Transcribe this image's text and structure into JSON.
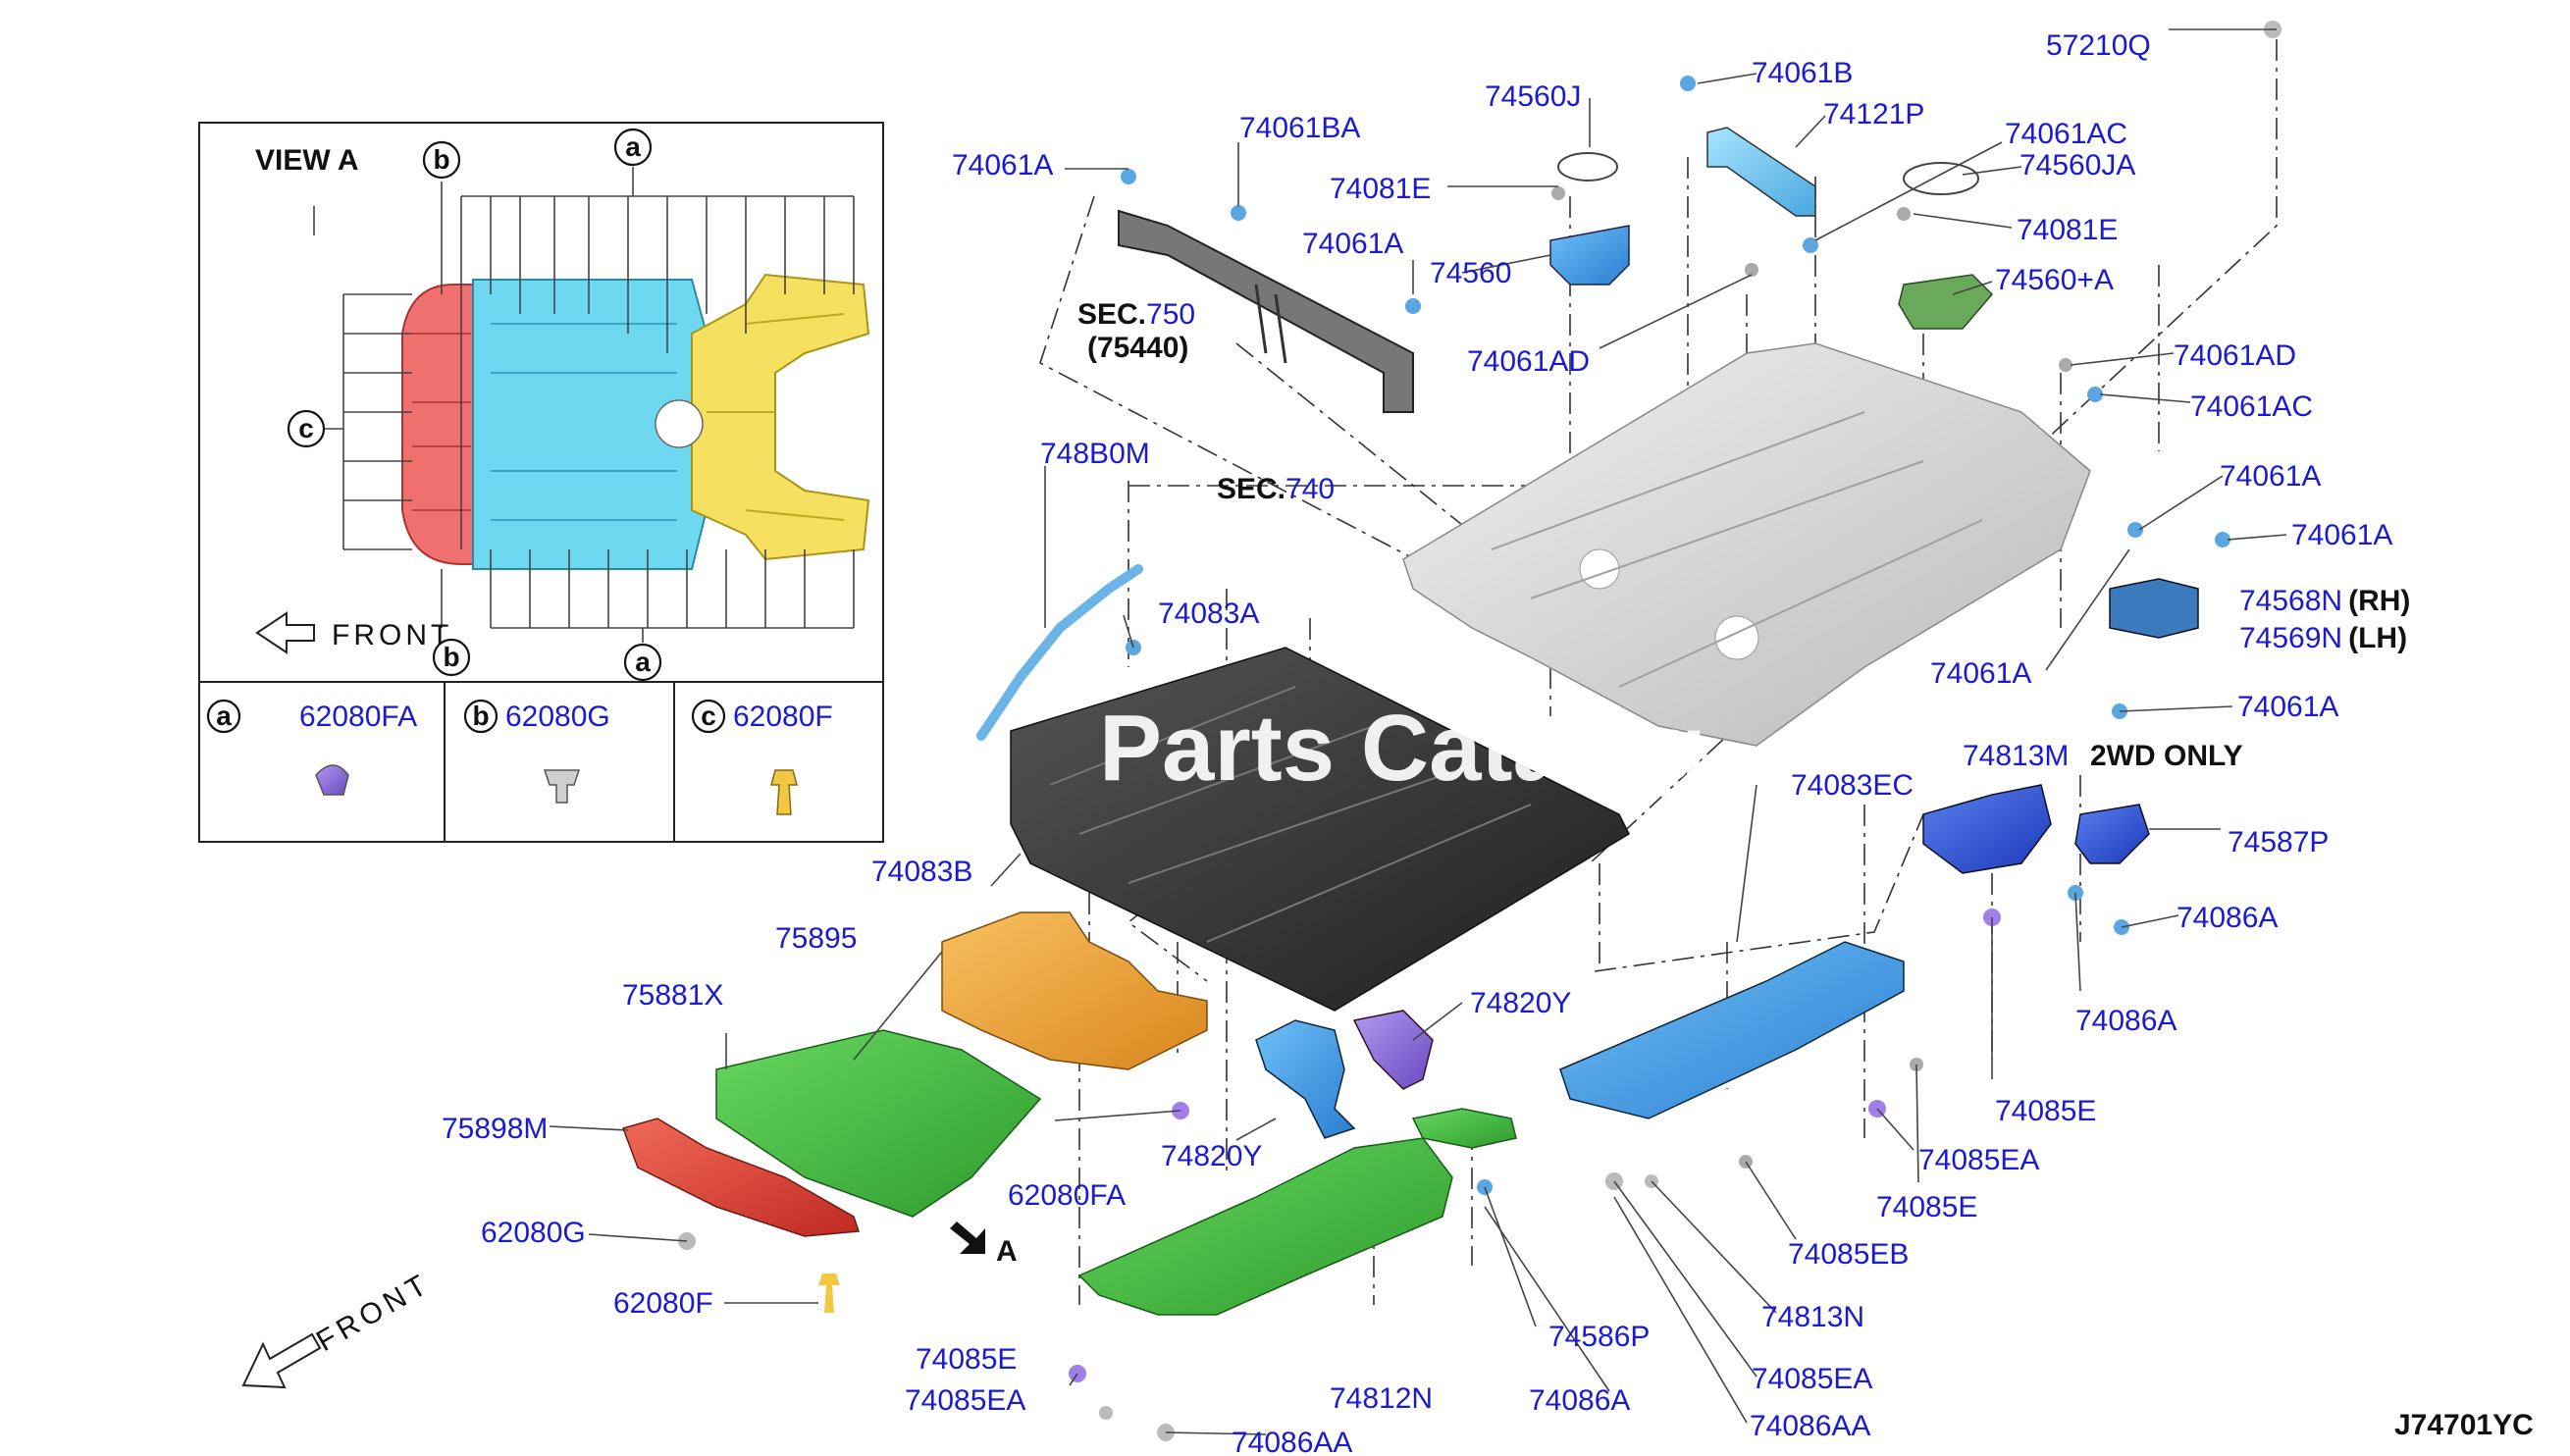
{
  "view_a": {
    "title": "VIEW A",
    "front_label": "FRONT",
    "callouts": [
      "a",
      "b",
      "c"
    ],
    "legend": [
      {
        "key": "a",
        "part": "62080FA"
      },
      {
        "key": "b",
        "part": "62080G"
      },
      {
        "key": "c",
        "part": "62080F"
      }
    ]
  },
  "sections": [
    {
      "prefix": "SEC.",
      "number": "750",
      "sub": "(75440)"
    },
    {
      "prefix": "SEC.",
      "number": "740"
    }
  ],
  "labels": {
    "p57210Q": "57210Q",
    "p74061B": "74061B",
    "p74121P": "74121P",
    "p74560J": "74560J",
    "p74061BA": "74061BA",
    "p74061AC_top": "74061AC",
    "p74560JA": "74560JA",
    "p74061A_1": "74061A",
    "p74081E_1": "74081E",
    "p74081E_2": "74081E",
    "p74061A_2": "74061A",
    "p74560": "74560",
    "p74560A": "74560+A",
    "p74061AD_1": "74061AD",
    "p74061AD_2": "74061AD",
    "p74061AC_2": "74061AC",
    "p748B0M": "748B0M",
    "p74061A_3": "74061A",
    "p74061A_4": "74061A",
    "p74568N": "74568N",
    "p74568N_side": "(RH)",
    "p74569N": "74569N",
    "p74569N_side": "(LH)",
    "p74083A": "74083A",
    "p74061A_5": "74061A",
    "p74061A_6": "74061A",
    "p74813M": "74813M",
    "p2wd": "2WD ONLY",
    "p74083EC": "74083EC",
    "p74587P": "74587P",
    "p74083B": "74083B",
    "p74086A_1": "74086A",
    "p75895": "75895",
    "p74086A_2": "74086A",
    "p75881X": "75881X",
    "p74820Y_1": "74820Y",
    "p74085E_1": "74085E",
    "p75898M": "75898M",
    "p74820Y_2": "74820Y",
    "p74085EA_1": "74085EA",
    "p62080FA": "62080FA",
    "p74085E_2": "74085E",
    "p62080G": "62080G",
    "pA": "A",
    "p74085EB": "74085EB",
    "p62080F": "62080F",
    "p74586P": "74586P",
    "p74813N": "74813N",
    "p74085E_3": "74085E",
    "p74085EA_2": "74085EA",
    "p74812N": "74812N",
    "p74086A_3": "74086A",
    "p74085EA_3": "74085EA",
    "p74086AA_1": "74086AA",
    "p74086AA_2": "74086AA"
  },
  "front_label": "FRONT",
  "watermark": "Parts Catalog",
  "drawing_code": "J74701YC",
  "colors": {
    "part_number_blue": "#1a1ad0",
    "green": "#4cc04a",
    "orange": "#f2a93a",
    "red": "#e8433a",
    "blue": "#3f9fe8",
    "dark_blue": "#3055d8",
    "purple": "#8c6ad8",
    "floor_dark": "#3a3a3a",
    "floor_grey": "#d8d8d8",
    "view_a_red": "#f07070",
    "view_a_cyan": "#6ed8f0",
    "view_a_yellow": "#f5e060"
  }
}
